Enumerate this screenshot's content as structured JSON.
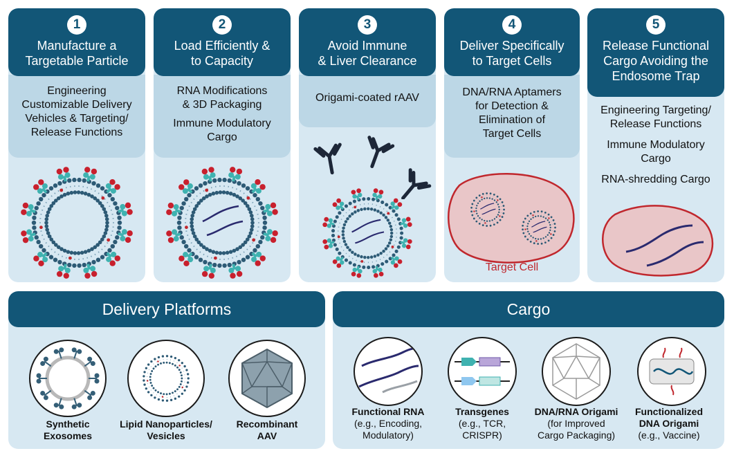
{
  "steps": [
    {
      "num": "1",
      "title_l1": "Manufacture a",
      "title_l2": "Targetable Particle",
      "sub": [
        "Engineering",
        "Customizable Delivery",
        "Vehicles & Targeting/",
        "Release Functions"
      ]
    },
    {
      "num": "2",
      "title_l1": "Load Efficiently &",
      "title_l2": "to Capacity",
      "sub": [
        "RNA Modifications",
        "& 3D Packaging"
      ],
      "sub2": [
        "Immune Modulatory",
        "Cargo"
      ]
    },
    {
      "num": "3",
      "title_l1": "Avoid Immune",
      "title_l2": "& Liver Clearance",
      "sub": [
        "Origami-coated rAAV"
      ]
    },
    {
      "num": "4",
      "title_l1": "Deliver Specifically",
      "title_l2": "to Target Cells",
      "sub": [
        "DNA/RNA Aptamers",
        "for Detection &",
        "Elimination of",
        "Target Cells"
      ],
      "cell_label": "Target Cell"
    },
    {
      "num": "5",
      "title_l1": "Release Functional",
      "title_l2": "Cargo Avoiding the",
      "title_l3": "Endosome Trap",
      "sub": [
        "Engineering Targeting/",
        "Release Functions"
      ],
      "sub2": [
        "Immune Modulatory",
        "Cargo"
      ],
      "sub3": [
        "RNA-shredding Cargo"
      ]
    }
  ],
  "platforms": {
    "title": "Delivery Platforms",
    "items": [
      {
        "l1": "Synthetic",
        "l2": "Exosomes"
      },
      {
        "l1": "Lipid Nanoparticles/",
        "l2": "Vesicles"
      },
      {
        "l1": "Recombinant",
        "l2": "AAV"
      }
    ]
  },
  "cargo": {
    "title": "Cargo",
    "items": [
      {
        "bold": "Functional RNA",
        "l2": "(e.g., Encoding,",
        "l3": "Modulatory)"
      },
      {
        "bold": "Transgenes",
        "l2": "(e.g., TCR,",
        "l3": "CRISPR)"
      },
      {
        "bold": "DNA/RNA Origami",
        "l2": "(for Improved",
        "l3": "Cargo Packaging)"
      },
      {
        "bold": "Functionalized",
        "bold2": "DNA Origami",
        "l3": "(e.g., Vaccine)"
      }
    ]
  },
  "colors": {
    "header": "#125677",
    "panel": "#d7e8f2",
    "subpanel": "#bcd7e6",
    "target": "#c0272d",
    "teal": "#3fb2b0"
  },
  "icons": [
    "lipid-nanoparticle-icon",
    "rna-strand-icon",
    "antibody-icon",
    "target-cell-icon",
    "exosome-icon",
    "aav-capsid-icon",
    "transgene-icon",
    "dna-origami-icon"
  ]
}
